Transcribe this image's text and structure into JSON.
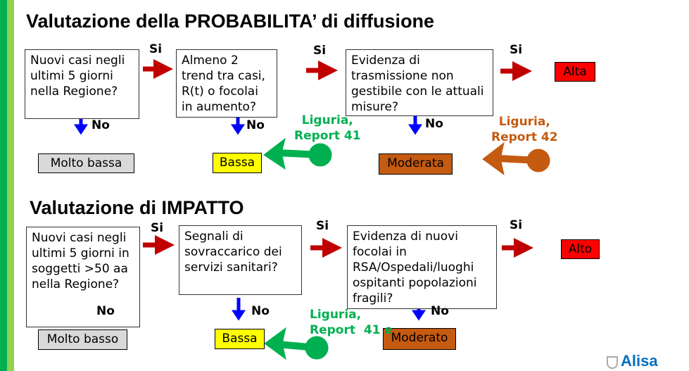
{
  "probability": {
    "title": "Valutazione della PROBABILITA’ di diffusione",
    "q1": "Nuovi casi negli ultimi 5 giorni nella Regione?",
    "q2": "Almeno 2 trend tra casi, R(t) o focolai in aumento?",
    "q3": "Evidenza di trasmissione non gestibile con le attuali misure?",
    "yes": "Si",
    "no": "No",
    "r_high": "Alta",
    "r_low1": "Molto bassa",
    "r_low": "Bassa",
    "r_mod": "Moderata",
    "note1": "Liguria,\nReport 41",
    "note2": "Liguria,\nReport 42"
  },
  "impact": {
    "title": "Valutazione di IMPATTO",
    "q1": "Nuovi casi negli ultimi 5 giorni in soggetti >50 aa nella Regione?",
    "q2": "Segnali di sovraccarico dei servizi sanitari?",
    "q3": "Evidenza di nuovi focolai in RSA/Ospedali/luoghi ospitanti popolazioni fragili?",
    "yes": "Si",
    "no": "No",
    "r_high": "Alto",
    "r_low1": "Molto basso",
    "r_low": "Bassa",
    "r_mod": "Moderato",
    "note1": "Liguria,\nReport  41 e"
  },
  "logo": "Alisa",
  "colors": {
    "red": "#c00000",
    "blue": "#0000ff",
    "green": "#00b050",
    "orange": "#c55a11",
    "yellow": "#ffff00",
    "gray": "#d9d9d9",
    "alert": "#ff0000"
  }
}
